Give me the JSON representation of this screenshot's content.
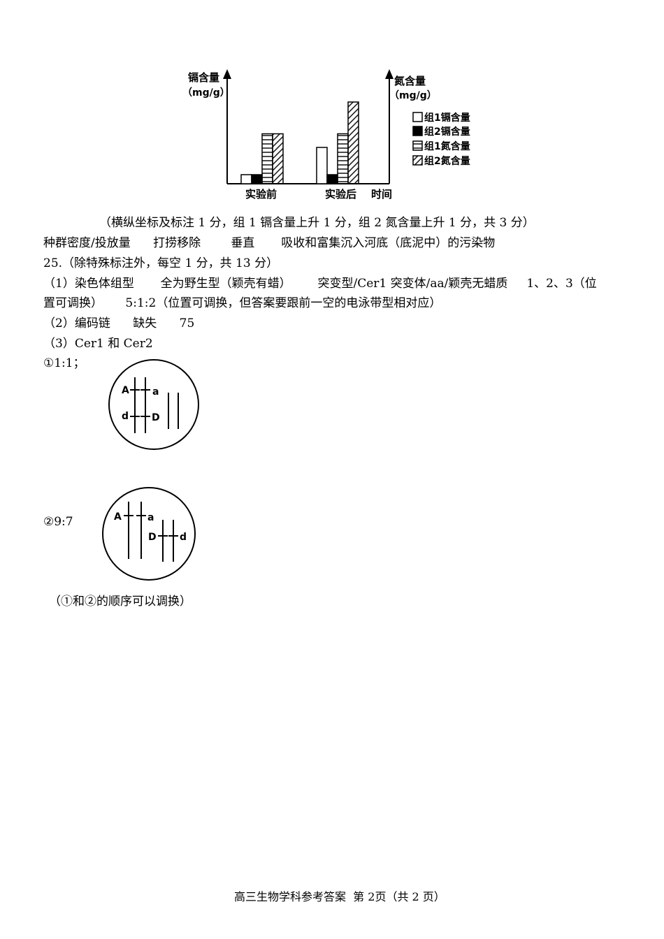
{
  "chart_data": {
    "type": "bar",
    "left_axis": {
      "label": "镉含量",
      "unit": "（mg/g）"
    },
    "right_axis": {
      "label": "氮含量",
      "unit": "（mg/g）"
    },
    "x_axis_label": "时间",
    "categories": [
      "实验前",
      "实验后"
    ],
    "series": [
      {
        "name": "组1镉含量",
        "pattern": "white",
        "values": [
          1,
          4
        ]
      },
      {
        "name": "组2镉含量",
        "pattern": "black",
        "values": [
          1,
          1
        ]
      },
      {
        "name": "组1氮含量",
        "pattern": "horizontal",
        "values": [
          5.5,
          5.5
        ]
      },
      {
        "name": "组2氮含量",
        "pattern": "diagonal",
        "values": [
          5.5,
          9
        ]
      }
    ],
    "ylim": [
      0,
      12
    ]
  },
  "text": {
    "grading_note": "（横纵坐标及标注 1 分，组 1 镉含量上升 1 分，组 2 氮含量上升 1 分，共 3 分）",
    "line_ans1": "种群密度/投放量      打捞移除        垂直       吸收和富集沉入河底（底泥中）的污染物",
    "q25_header": "25.（除特殊标注外，每空 1 分，共 13 分）",
    "q1_line1": "（1）染色体组型       全为野生型（颖壳有蜡）       突变型/Cer1 突变体/aa/颖壳无蜡质     1、2、3（位",
    "q1_line2": "置可调换）      5:1:2（位置可调换，但答案要跟前一空的电泳带型相对应）",
    "q2_line": "（2）编码链      缺失      75",
    "q3_line": "（3）Cer1 和 Cer2",
    "ratio1": "①1:1；",
    "ratio2": "②9:7",
    "order_note": "（①和②的顺序可以调换）",
    "footer": "高三生物学科参考答案  第 2页（共 2 页）"
  },
  "diagram1": {
    "labels": [
      "A",
      "a",
      "d",
      "D"
    ]
  },
  "diagram2": {
    "labels": [
      "A",
      "a",
      "D",
      "d"
    ]
  }
}
